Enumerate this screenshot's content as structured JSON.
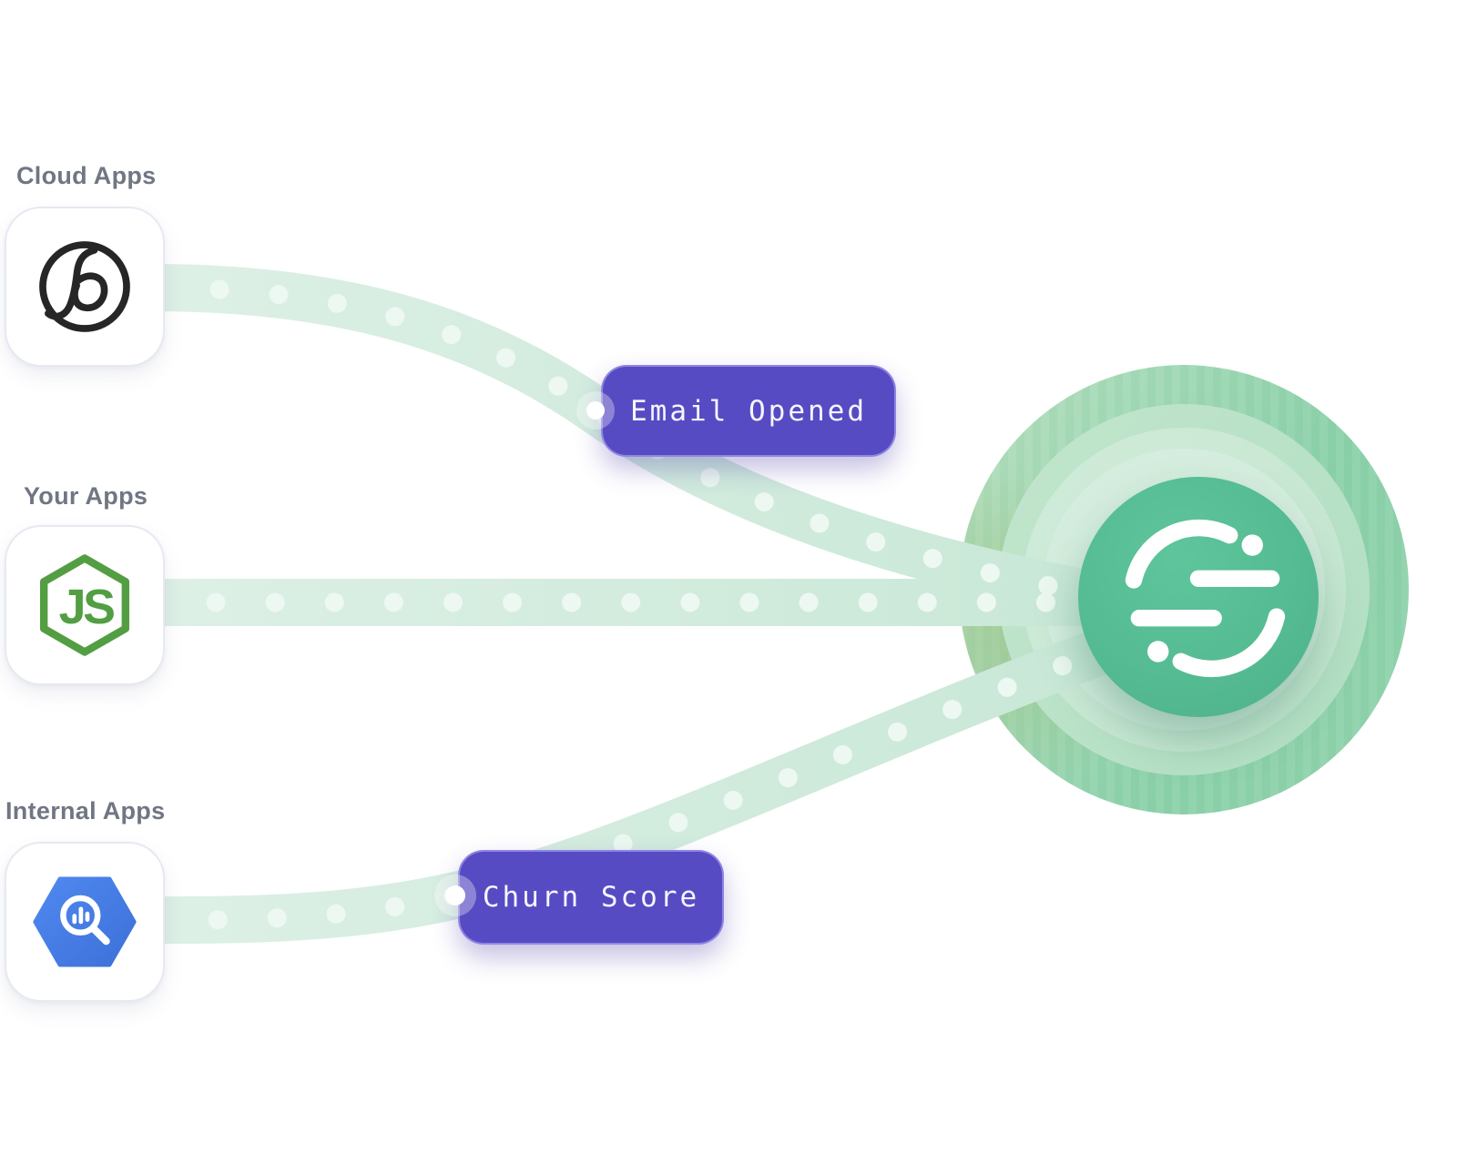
{
  "sources": [
    {
      "label": "Cloud Apps",
      "icon": "braze-icon"
    },
    {
      "label": "Your Apps",
      "icon": "nodejs-icon",
      "icon_text": "JS"
    },
    {
      "label": "Internal Apps",
      "icon": "bigquery-icon"
    }
  ],
  "events": [
    {
      "text": "Email Opened"
    },
    {
      "text": "Churn Score"
    }
  ],
  "destination": {
    "icon": "segment-logo-icon"
  },
  "colors": {
    "background": "#ffffff",
    "event_pill_purple": "#574bc3",
    "event_pill_border": "#978ce8",
    "path_mint": "#d8eee3",
    "path_mint_dark": "#c7e7d5",
    "path_dot_mint": "#ecf8f1",
    "segment_green": "#55bb92",
    "ring_green_outer": "#90d3ac",
    "ring_green_mid": "#b7e1c6",
    "ring_green_inner": "#d0ead8",
    "node_green": "#539e43",
    "bigquery_blue": "#4a80e8",
    "braze_ink": "#262626",
    "label_gray": "#5c6372"
  }
}
